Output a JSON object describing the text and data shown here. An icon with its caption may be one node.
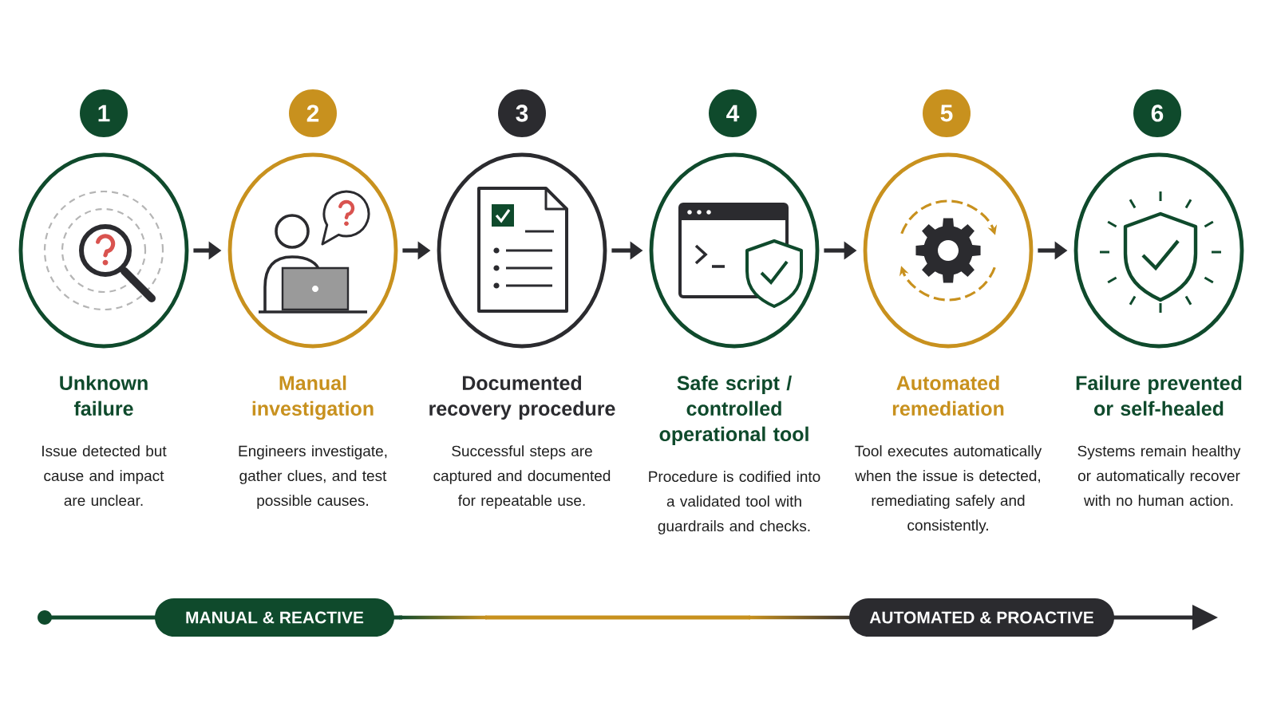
{
  "diagram": {
    "nodes": [
      {
        "text": [
          "1"
        ]
      },
      {
        "text": [
          "Unknown failure",
          "Issue detected but cause and impact are unclear."
        ]
      },
      {
        "text": [
          "2"
        ]
      },
      {
        "text": [
          "Manual investigation",
          "Engineers investigate, gather clues, and test possible causes."
        ]
      },
      {
        "text": [
          "3"
        ]
      },
      {
        "text": [
          "Documented recovery procedure",
          "Successful steps are captured and documented for repeatable use."
        ]
      },
      {
        "text": [
          "4"
        ]
      },
      {
        "text": [
          "Safe script / controlled operational tool",
          "Procedure is codified into a validated tool with guardrails and checks."
        ]
      },
      {
        "text": [
          "5"
        ]
      },
      {
        "text": [
          "Automated remediation",
          "Tool executes automatically when the issue is detected, remediating safely and consistently."
        ]
      },
      {
        "text": [
          "6"
        ]
      },
      {
        "text": [
          "Failure prevented or self-healed",
          "Systems remain healthy or automatically recover with no human action."
        ]
      },
      {
        "text": [
          "MANUAL & REACTIVE"
        ]
      },
      {
        "text": [
          "AUTOMATED & PROACTIVE"
        ]
      }
    ],
    "edges": [
      {
        "from": 1,
        "to": 3,
        "arrow": "to"
      },
      {
        "from": 3,
        "to": 5,
        "arrow": "to"
      },
      {
        "from": 5,
        "to": 7,
        "arrow": "to"
      },
      {
        "from": 7,
        "to": 9,
        "arrow": "to"
      },
      {
        "from": 9,
        "to": 11,
        "arrow": "to"
      }
    ]
  }
}
